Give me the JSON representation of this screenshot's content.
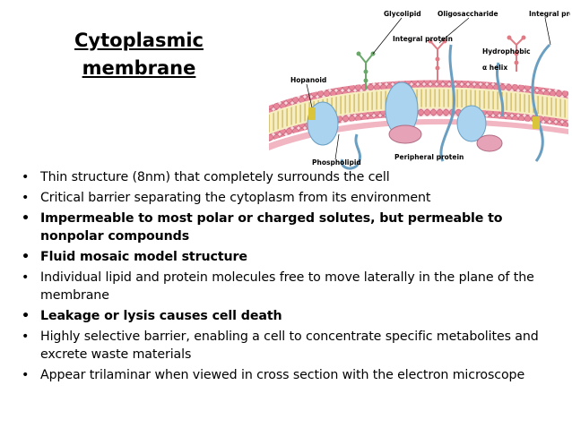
{
  "slide": {
    "title_line1": "Cytoplasmic",
    "title_line2": "membrane"
  },
  "diagram": {
    "labels": {
      "glycolipid": "Glycolipid",
      "oligosaccharide": "Oligosaccharide",
      "integral_protein_top": "Integral protein",
      "integral_protein_mid": "Integral protein",
      "hopanoid": "Hopanoid",
      "hydrophobic": "Hydrophobic",
      "alpha_helix": "α helix",
      "phospholipid": "Phospholipid",
      "peripheral_protein": "Peripheral protein"
    },
    "colors": {
      "head_groups": "#e8869a",
      "lipid_band": "#f3b9c5",
      "tails": "#f0e4a0",
      "protein": "#a9d3ee",
      "oligosaccharide": "#e07a84",
      "glycolipid_sugar": "#6aa86a",
      "hopanoid": "#d9c43a"
    }
  },
  "bullets": [
    {
      "text": "Thin structure (8nm) that completely surrounds the cell",
      "bold": false
    },
    {
      "text": "Critical barrier separating the cytoplasm from its environment",
      "bold": false
    },
    {
      "text": "Impermeable to most polar or charged solutes, but permeable to nonpolar compounds",
      "bold": true
    },
    {
      "text": "Fluid mosaic model structure",
      "bold": true
    },
    {
      "text": "Individual lipid and protein molecules free to move laterally in the plane of the membrane",
      "bold": false
    },
    {
      "text": "Leakage or lysis causes cell death",
      "bold": true
    },
    {
      "text": "Highly selective barrier, enabling a cell to concentrate specific metabolites and excrete waste materials",
      "bold": false
    },
    {
      "text": "Appear trilaminar when viewed in cross section with the electron microscope",
      "bold": false
    }
  ]
}
